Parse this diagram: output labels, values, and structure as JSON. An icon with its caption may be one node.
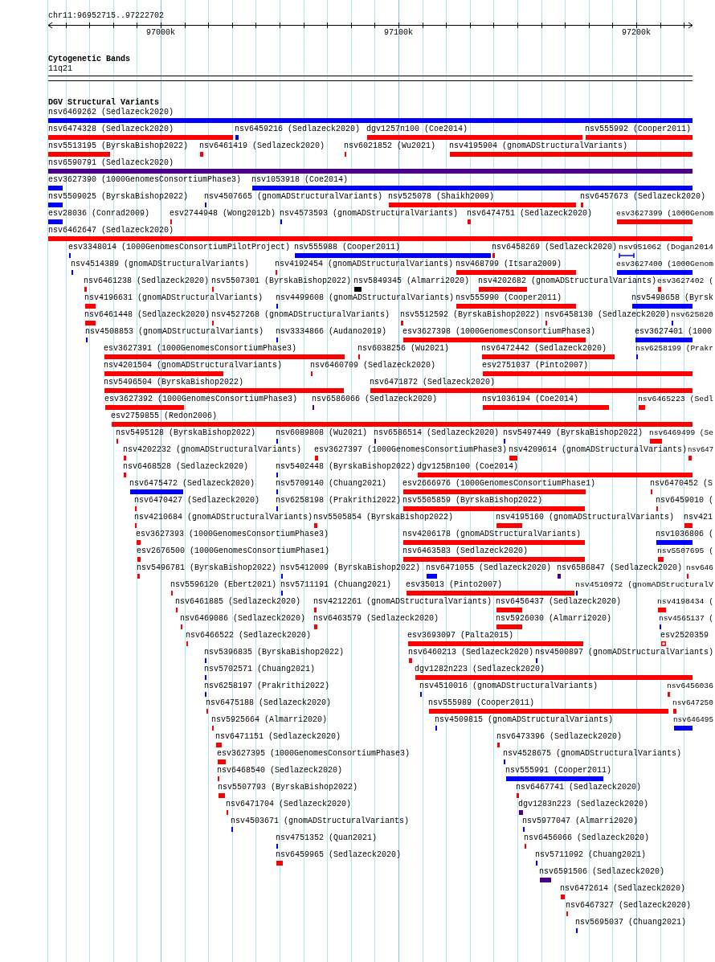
{
  "diagram": {
    "labels": [
      "chr11:96952715..97222702",
      "97000k",
      "97100k",
      "97200k",
      "Cytogenetic Bands",
      "11q21",
      "DGV Structural Variants",
      "nsv6469262 (Sedlazeck2020)",
      "nsv6474328 (Sedlazeck2020)",
      "nsv6459216 (Sedlazeck2020)",
      "dgv1257n100 (Coe2014)",
      "nsv555992 (Cooper2011)",
      "nsv5513195 (ByrskaBishop2022)",
      "nsv6461419 (Sedlazeck2020)",
      "nsv6021852 (Wu2021)",
      "nsv4195904 (gnomADStructuralVariants)",
      "nsv6590791 (Sedlazeck2020)",
      "esv3627390 (1000GenomesConsortiumPhase3)",
      "nsv1053918 (Coe2014)",
      "nsv5509025 (ByrskaBishop2022)",
      "nsv4507665 (gnomADStructuralVariants)",
      "nsv525078 (Shaikh2009)",
      "nsv6457673 (Sedlazeck2020)",
      "esv28036 (Conrad2009)",
      "esv2744948 (Wong2012b)",
      "nsv4573593 (gnomADStructuralVariants)",
      "nsv6474751 (Sedlazeck2020)",
      "esv3627399 (1000Genom",
      "nsv6462647 (Sedlazeck2020)",
      "esv3348014 (1000GenomesConsortiumPilotProject)",
      "nsv555988 (Cooper2011)",
      "nsv6458269 (Sedlazeck2020)",
      "nsv951062 (Dogan2014",
      "nsv4514389 (gnomADStructuralVariants)",
      "nsv4192454 (gnomADStructuralVariants)",
      "nsv468799 (Itsara2009)",
      "esv3627400 (1000Genom",
      "nsv6461238 (Sedlazeck2020)",
      "nsv5507301 (ByrskaBishop2022)",
      "nsv5849345 (Almarri2020)",
      "nsv4202682 (gnomADStructuralVariants)",
      "esv3627402 (",
      "nsv4196631 (gnomADStructuralVariants)",
      "nsv4499608 (gnomADStructuralVariants)",
      "nsv555990 (Cooper2011)",
      "nsv5498658 (Byrsk",
      "nsv6461448 (Sedlazeck2020)",
      "nsv4527268 (gnomADStructuralVariants)",
      "nsv5512592 (ByrskaBishop2022)",
      "nsv6458130 (Sedlazeck2020)",
      "nsv625820",
      "nsv4508853 (gnomADStructuralVariants)",
      "nsv3334866 (Audano2019)",
      "esv3627398 (1000GenomesConsortiumPhase3)",
      "esv3627401 (1000",
      "esv3627391 (1000GenomesConsortiumPhase3)",
      "nsv6038256 (Wu2021)",
      "nsv6472442 (Sedlazeck2020)",
      "nsv6258199 (Prakr",
      "nsv4201504 (gnomADStructuralVariants)",
      "nsv6460709 (Sedlazeck2020)",
      "esv2751037 (Pinto2007)",
      "nsv5496504 (ByrskaBishop2022)",
      "nsv6471872 (Sedlazeck2020)",
      "esv3627392 (1000GenomesConsortiumPhase3)",
      "nsv6586066 (Sedlazeck2020)",
      "nsv1036194 (Coe2014)",
      "nsv6465223 (Sedl",
      "esv2759855 (Redon2006)",
      "nsv5495128 (ByrskaBishop2022)",
      "nsv6089808 (Wu2021)",
      "nsv6586514 (Sedlazeck2020)",
      "nsv5497449 (ByrskaBishop2022)",
      "nsv6469499 (Se",
      "nsv4202232 (gnomADStructuralVariants)",
      "esv3627397 (1000GenomesConsortiumPhase3)",
      "nsv4209614 (gnomADStructuralVariants)",
      "nsv647",
      "nsv6468528 (Sedlazeck2020)",
      "nsv5402448 (ByrskaBishop2022)",
      "dgv1258n100 (Coe2014)",
      "nsv6475472 (Sedlazeck2020)",
      "nsv5709140 (Chuang2021)",
      "esv2666976 (1000GenomesConsortiumPhase1)",
      "nsv6470452 (S",
      "nsv6470427 (Sedlazeck2020)",
      "nsv6258198 (Prakrithi2022)",
      "nsv5505859 (ByrskaBishop2022)",
      "nsv6459010 (",
      "nsv4210684 (gnomADStructuralVariants)",
      "nsv5505854 (ByrskaBishop2022)",
      "nsv4195160 (gnomADStructuralVariants)",
      "nsv421",
      "esv3627393 (1000GenomesConsortiumPhase3)",
      "nsv4206178 (gnomADStructuralVariants)",
      "nsv1036806 (",
      "esv2676500 (1000GenomesConsortiumPhase1)",
      "nsv6463583 (Sedlazeck2020)",
      "nsv5507695 (",
      "nsv5496781 (ByrskaBishop2022)",
      "nsv5412009 (ByrskaBishop2022)",
      "nsv6471055 (Sedlazeck2020)",
      "nsv6586847 (Sedlazeck2020)",
      "nsv646",
      "nsv5596120 (Ebert2021)",
      "nsv5711191 (Chuang2021)",
      "esv35013 (Pinto2007)",
      "nsv4510972 (gnomADStructuralV",
      "nsv6461885 (Sedlazeck2020)",
      "nsv4212261 (gnomADStructuralVariants)",
      "nsv6456437 (Sedlazeck2020)",
      "nsv4198434 (",
      "nsv6469086 (Sedlazeck2020)",
      "nsv6463579 (Sedlazeck2020)",
      "nsv5926030 (Almarri2020)",
      "nsv4565137 (",
      "nsv6466522 (Sedlazeck2020)",
      "esv3693097 (Palta2015)",
      "esv2520359",
      "nsv5396835 (ByrskaBishop2022)",
      "nsv6460213 (Sedlazeck2020)",
      "nsv4500897 (gnomADStructuralVariants)",
      "nsv5702571 (Chuang2021)",
      "dgv1282n223 (Sedlazeck2020)",
      "nsv6258197 (Prakrithi2022)",
      "nsv4510016 (gnomADStructuralVariants)",
      "nsv6456036",
      "nsv6475188 (Sedlazeck2020)",
      "nsv555989 (Cooper2011)",
      "nsv647250",
      "nsv5925664 (Almarri2020)",
      "nsv4509815 (gnomADStructuralVariants)",
      "nsv646495",
      "nsv6471151 (Sedlazeck2020)",
      "nsv6473396 (Sedlazeck2020)",
      "esv3627395 (1000GenomesConsortiumPhase3)",
      "nsv4528675 (gnomADStructuralVariants)",
      "nsv6468540 (Sedlazeck2020)",
      "nsv555991 (Cooper2011)",
      "nsv5507793 (ByrskaBishop2022)",
      "nsv6467741 (Sedlazeck2020)",
      "nsv6471704 (Sedlazeck2020)",
      "dgv1283n223 (Sedlazeck2020)",
      "nsv4503671 (gnomADStructuralVariants)",
      "nsv5977047 (Almarri2020)",
      "nsv4751352 (Quan2021)",
      "nsv6456066 (Sedlazeck2020)",
      "nsv6459965 (Sedlazeck2020)",
      "nsv5711092 (Chuang2021)",
      "nsv6591506 (Sedlazeck2020)",
      "nsv6472614 (Sedlazeck2020)",
      "nsv6467327 (Sedlazeck2020)",
      "nsv5695037 (Chuang2021)"
    ]
  }
}
